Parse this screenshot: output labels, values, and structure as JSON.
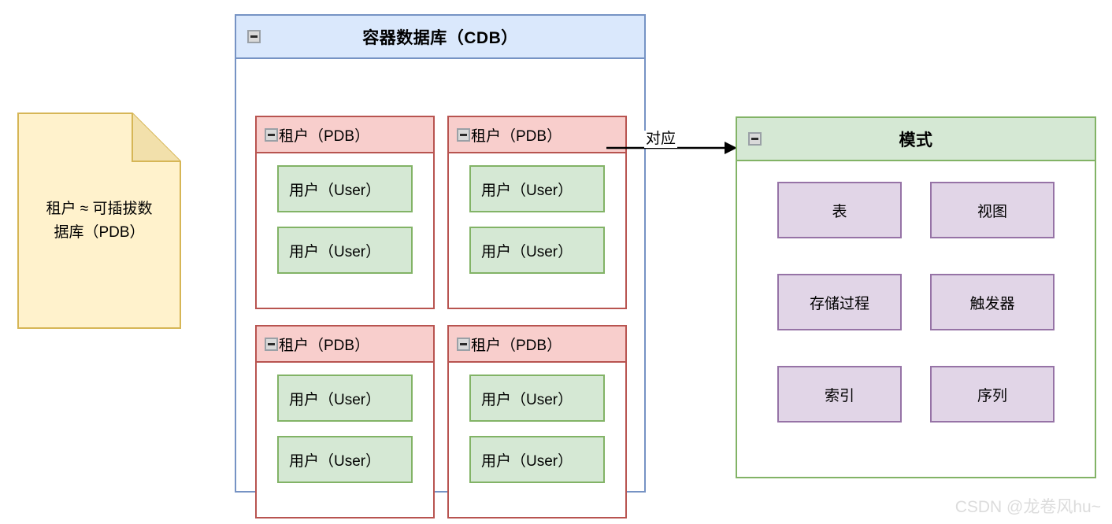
{
  "note": {
    "text": "租户 ≈ 可插拔数\n据库（PDB）",
    "fill": "#fff2cc",
    "stroke": "#d6b656"
  },
  "cdb": {
    "title": "容器数据库（CDB）",
    "collapse_icon": "minimize-icon",
    "header_fill": "#dae8fc",
    "stroke": "#7693c4",
    "pdbs": [
      {
        "title": "租户（PDB）",
        "collapse_icon": "minimize-icon",
        "users": [
          "用户（User）",
          "用户（User）"
        ]
      },
      {
        "title": "租户（PDB）",
        "collapse_icon": "minimize-icon",
        "users": [
          "用户（User）",
          "用户（User）"
        ]
      },
      {
        "title": "租户（PDB）",
        "collapse_icon": "minimize-icon",
        "users": [
          "用户（User）",
          "用户（User）"
        ]
      },
      {
        "title": "租户（PDB）",
        "collapse_icon": "minimize-icon",
        "users": [
          "用户（User）",
          "用户（User）"
        ]
      }
    ],
    "pdb_header_fill": "#f8cecc",
    "pdb_stroke": "#b85450",
    "user_fill": "#d5e8d4",
    "user_stroke": "#82b366"
  },
  "connector": {
    "label": "对应",
    "icon": "arrow-right-icon",
    "color": "#000000"
  },
  "schema": {
    "title": "模式",
    "collapse_icon": "minimize-icon",
    "header_fill": "#d5e8d4",
    "stroke": "#82b366",
    "item_fill": "#e1d5e7",
    "item_stroke": "#9673a6",
    "items": [
      "表",
      "视图",
      "存储过程",
      "触发器",
      "索引",
      "序列"
    ]
  },
  "watermark": {
    "text": "CSDN @龙卷风hu~",
    "color": "#dcdcdc"
  }
}
